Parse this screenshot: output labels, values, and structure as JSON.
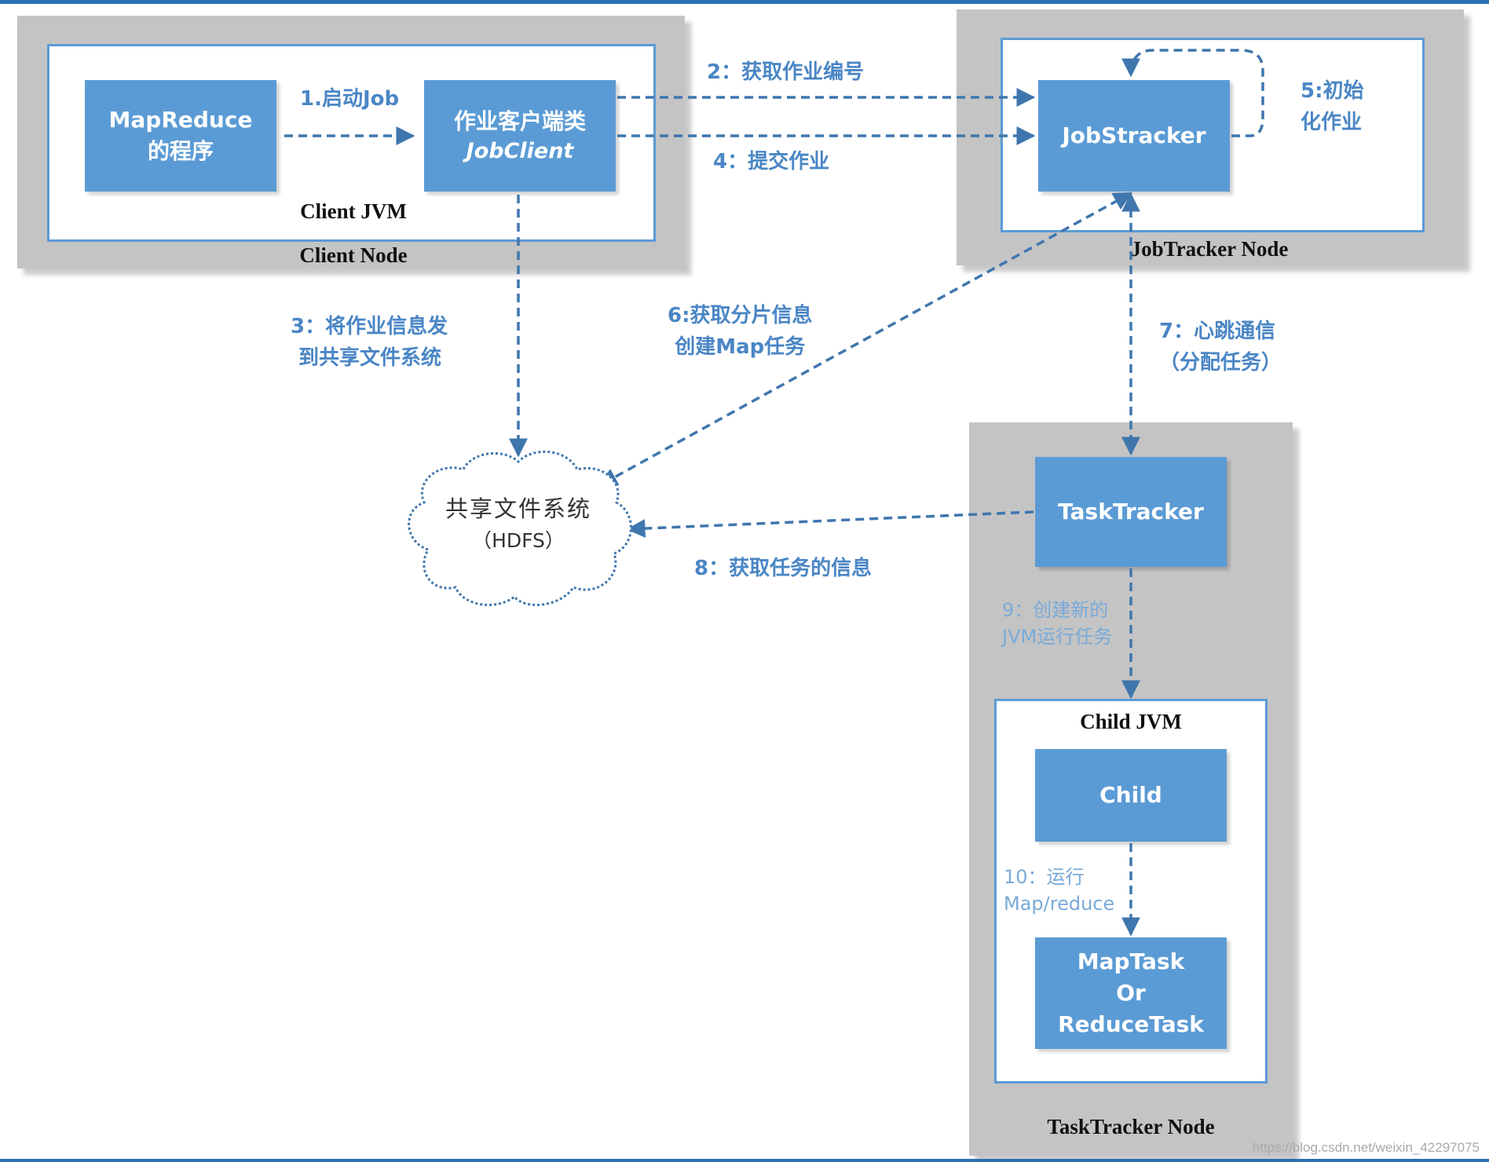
{
  "nodes": {
    "client_node": "Client Node",
    "client_jvm": "Client JVM",
    "jobtracker_node": "JobTracker Node",
    "tasktracker_node": "TaskTracker Node",
    "child_jvm": "Child JVM"
  },
  "boxes": {
    "mapreduce_program": [
      "MapReduce",
      "的程序"
    ],
    "job_client": [
      "作业客户端类",
      "JobClient"
    ],
    "jobtracker": "JobStracker",
    "tasktracker": "TaskTracker",
    "child": "Child",
    "task": [
      "MapTask",
      "Or",
      "ReduceTask"
    ]
  },
  "hdfs": {
    "line1": "共享文件系统",
    "line2": "（HDFS）"
  },
  "edges": {
    "e1": "1.启动Job",
    "e2": "2：获取作业编号",
    "e3": [
      "3：将作业信息发",
      "到共享文件系统"
    ],
    "e4": "4：提交作业",
    "e5": [
      "5:初始",
      "化作业"
    ],
    "e6": [
      "6:获取分片信息",
      "创建Map任务"
    ],
    "e7": [
      "7：心跳通信",
      "（分配任务）"
    ],
    "e8": "8：获取任务的信息",
    "e9": [
      "9：创建新的",
      "JVM运行任务"
    ],
    "e10": [
      "10：运行",
      "Map/reduce"
    ]
  },
  "colors": {
    "accent": "#5b9bd5",
    "arrow": "#3f76ad",
    "node_bg": "#c4c4c4",
    "label_text": "#4a86c5",
    "frame_bar": "#2e6fb3"
  },
  "watermark": "https://blog.csdn.net/weixin_42297075"
}
